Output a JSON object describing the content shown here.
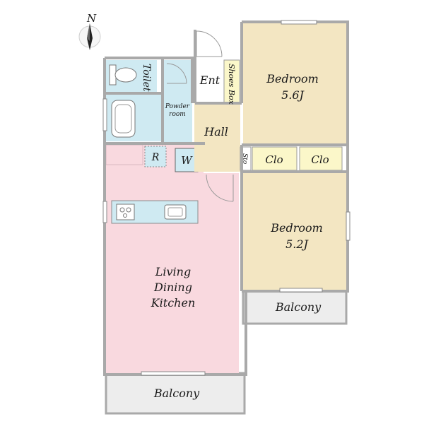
{
  "compass": {
    "label": "N"
  },
  "rooms": {
    "toilet": "Toilet",
    "powder_room_1": "Powder",
    "powder_room_2": "room",
    "entrance": "Ent",
    "shoes_box": "Shoes Box",
    "hall": "Hall",
    "bedroom_a_name": "Bedroom",
    "bedroom_a_size": "5.6J",
    "bedroom_b_name": "Bedroom",
    "bedroom_b_size": "5.2J",
    "closet_1": "Clo",
    "closet_2": "Clo",
    "storage": "Sto",
    "refrigerator": "R",
    "washer": "W",
    "ldk_line1": "Living",
    "ldk_line2": "Dining",
    "ldk_line3": "Kitchen",
    "balcony_right": "Balcony",
    "balcony_bottom": "Balcony"
  },
  "colors": {
    "wall": "#a9a9a9",
    "bedroom": "#f3e6c2",
    "hall": "#f3e6c2",
    "wet_area": "#cfeaf2",
    "ldk": "#f9d9df",
    "closet": "#fbf7c9",
    "balcony": "#ededed"
  }
}
